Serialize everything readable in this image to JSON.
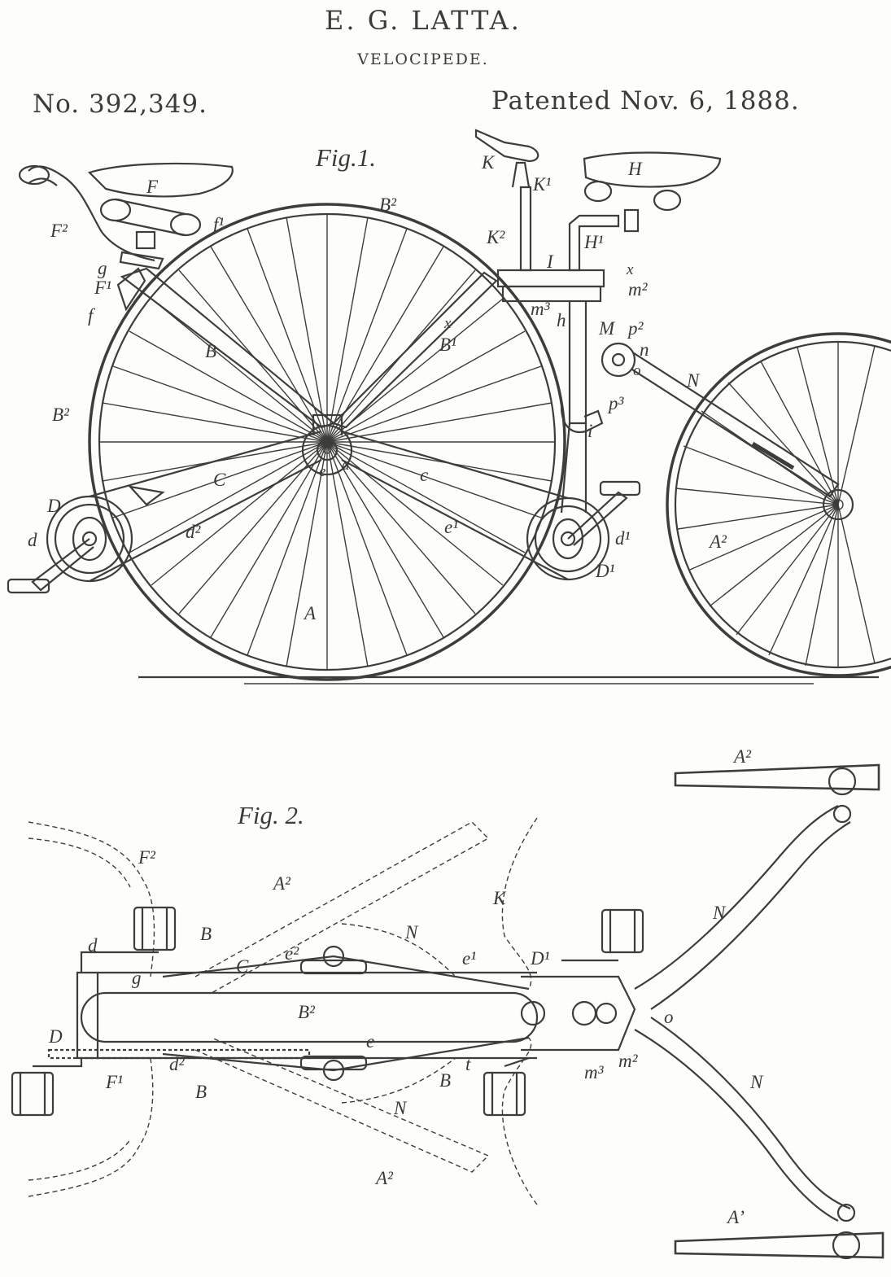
{
  "header": {
    "inventor": "E. G. LATTA.",
    "invention": "VELOCIPEDE.",
    "patent_no": "No. 392,349.",
    "patent_date": "Patented Nov. 6, 1888."
  },
  "figure1": {
    "title": "Fig.1.",
    "labels": {
      "F": "F",
      "K": "K",
      "K1": "K¹",
      "H": "H",
      "B2_top": "B²",
      "F2": "F²",
      "f1": "f¹",
      "K2": "K²",
      "H1": "H¹",
      "I": "I",
      "x_top": "x",
      "m2": "m²",
      "g": "g",
      "F1": "F¹",
      "f": "f",
      "m3": "m³",
      "h": "h",
      "M": "M",
      "p2": "p²",
      "x_mid": "x",
      "B1": "B¹",
      "B": "B",
      "n": "n",
      "o": "o",
      "N": "N",
      "p3": "p³",
      "B2_left": "B²",
      "i": "i",
      "C_left": "C",
      "C_right": "c",
      "D": "D",
      "e": "e",
      "a": "a",
      "d2": "d²",
      "e1": "e¹",
      "d": "d",
      "d1": "d¹",
      "D1": "D¹",
      "A2": "A²",
      "A": "A"
    }
  },
  "figure2": {
    "title": "Fig. 2.",
    "labels": {
      "A2_top": "A²",
      "F2": "F²",
      "A2_ghost": "A²",
      "K": "K",
      "N_right": "N",
      "N_ghost": "N",
      "d": "d",
      "B_top": "B",
      "e2": "e²",
      "e1": "e¹",
      "D1": "D¹",
      "C": "C",
      "g": "g",
      "B2": "B²",
      "o": "o",
      "D": "D",
      "e": "e",
      "d2": "d²",
      "F1": "F¹",
      "B_bottom": "B",
      "B_mid": "B",
      "t": "t",
      "m3": "m³",
      "m2": "m²",
      "N_lower": "N",
      "N_mid": "N",
      "A2_bottom": "A²",
      "A1": "A’"
    }
  }
}
